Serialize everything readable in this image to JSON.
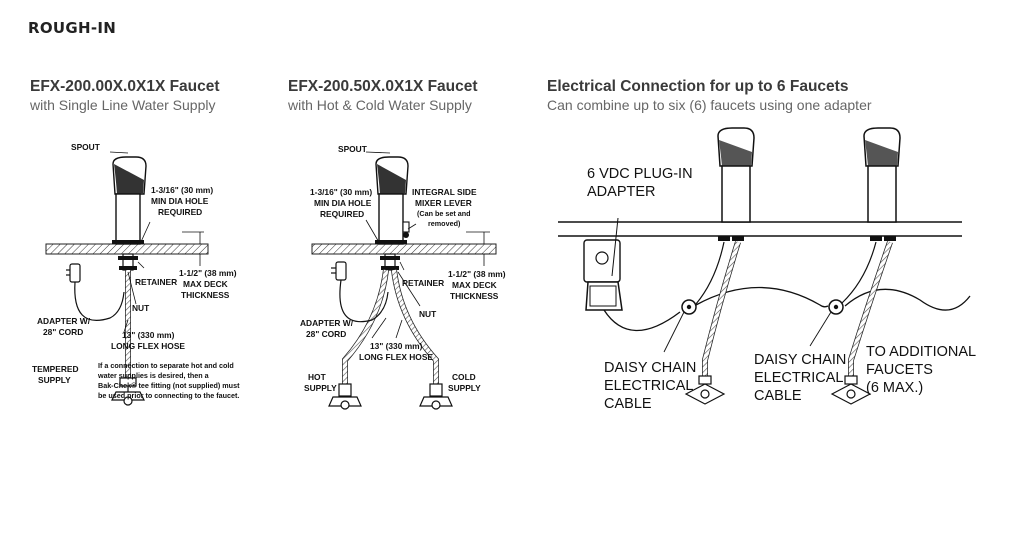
{
  "section_title": "ROUGH-IN",
  "top_link_text": "...",
  "panels": [
    {
      "title": "EFX-200.00X.0X1X Faucet",
      "subtitle": "with Single Line Water Supply",
      "labels": {
        "spout": "SPOUT",
        "hole_1": "1-3/16\" (30 mm)",
        "hole_2": "MIN DIA HOLE",
        "hole_3": "REQUIRED",
        "retainer": "RETAINER",
        "deck_1": "1-1/2\" (38 mm)",
        "deck_2": "MAX DECK",
        "deck_3": "THICKNESS",
        "nut": "NUT",
        "adapter_1": "ADAPTER W/",
        "adapter_2": "28\" CORD",
        "hose_1": "13\" (330 mm)",
        "hose_2": "LONG FLEX HOSE",
        "supply_1": "TEMPERED",
        "supply_2": "SUPPLY",
        "note_1": "If a connection to separate hot and cold",
        "note_2": "water supplies is desired, then a",
        "note_3": "Bak-Chek® tee fitting (not supplied) must",
        "note_4": "be used prior to connecting to the faucet."
      }
    },
    {
      "title": "EFX-200.50X.0X1X Faucet",
      "subtitle": "with Hot & Cold Water Supply",
      "labels": {
        "spout": "SPOUT",
        "hole_1": "1-3/16\" (30 mm)",
        "hole_2": "MIN DIA HOLE",
        "hole_3": "REQUIRED",
        "lever_1": "INTEGRAL SIDE",
        "lever_2": "MIXER LEVER",
        "lever_3": "(Can be set and",
        "lever_4": "removed)",
        "retainer": "RETAINER",
        "deck_1": "1-1/2\" (38 mm)",
        "deck_2": "MAX DECK",
        "deck_3": "THICKNESS",
        "nut": "NUT",
        "adapter_1": "ADAPTER W/",
        "adapter_2": "28\" CORD",
        "hose_1": "13\" (330 mm)",
        "hose_2": "LONG FLEX HOSE",
        "hot_1": "HOT",
        "hot_2": "SUPPLY",
        "cold_1": "COLD",
        "cold_2": "SUPPLY"
      }
    },
    {
      "title": "Electrical Connection for up to 6 Faucets",
      "subtitle": "Can combine up to six (6) faucets using one adapter",
      "labels": {
        "adapter_1": "6 VDC PLUG-IN",
        "adapter_2": "ADAPTER",
        "daisy1_1": "DAISY CHAIN",
        "daisy1_2": "ELECTRICAL",
        "daisy1_3": "CABLE",
        "daisy2_1": "DAISY CHAIN",
        "daisy2_2": "ELECTRICAL",
        "daisy2_3": "CABLE",
        "more_1": "TO ADDITIONAL",
        "more_2": "FAUCETS",
        "more_3": "(6 MAX.)"
      }
    }
  ]
}
